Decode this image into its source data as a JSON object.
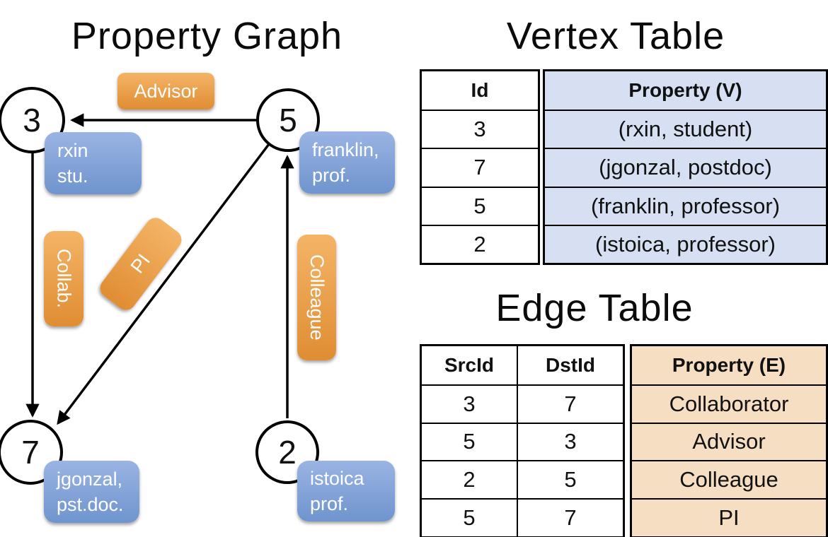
{
  "graph": {
    "title": "Property Graph",
    "nodes": [
      {
        "id": "3",
        "label_line1": "rxin",
        "label_line2": "stu."
      },
      {
        "id": "5",
        "label_line1": "franklin,",
        "label_line2": "prof."
      },
      {
        "id": "7",
        "label_line1": "jgonzal,",
        "label_line2": "pst.doc."
      },
      {
        "id": "2",
        "label_line1": "istoica",
        "label_line2": "prof."
      }
    ],
    "edge_labels": {
      "advisor": "Advisor",
      "collab": "Collab.",
      "pi": "PI",
      "colleague": "Colleague"
    }
  },
  "vertex_table": {
    "title": "Vertex Table",
    "headers": {
      "id": "Id",
      "property": "Property (V)"
    },
    "rows": [
      {
        "id": "3",
        "property": "(rxin, student)"
      },
      {
        "id": "7",
        "property": "(jgonzal, postdoc)"
      },
      {
        "id": "5",
        "property": "(franklin, professor)"
      },
      {
        "id": "2",
        "property": "(istoica, professor)"
      }
    ]
  },
  "edge_table": {
    "title": "Edge Table",
    "headers": {
      "src": "SrcId",
      "dst": "DstId",
      "property": "Property (E)"
    },
    "rows": [
      {
        "src": "3",
        "dst": "7",
        "property": "Collaborator"
      },
      {
        "src": "5",
        "dst": "3",
        "property": "Advisor"
      },
      {
        "src": "2",
        "dst": "5",
        "property": "Colleague"
      },
      {
        "src": "5",
        "dst": "7",
        "property": "PI"
      }
    ]
  },
  "colors": {
    "edge_label_fill_top": "#F4B466",
    "edge_label_fill_bottom": "#E08D33",
    "vertex_label_fill_top": "#9AB4E3",
    "vertex_label_fill_bottom": "#6F94CE",
    "vertex_property_cell": "#D6E0F2",
    "edge_property_cell": "#F6DEC2",
    "line_color": "#000000",
    "background": "#FFFFFF"
  }
}
